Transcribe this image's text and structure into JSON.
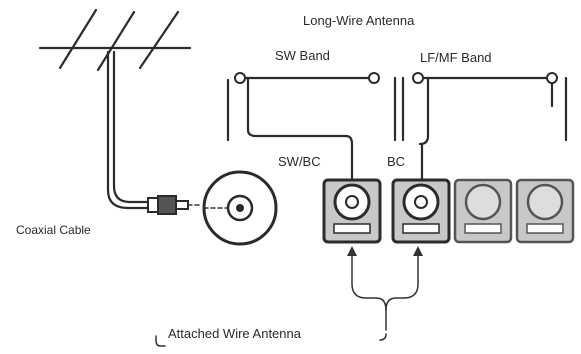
{
  "labels": {
    "long_wire_antenna": "Long-Wire Antenna",
    "sw_band": "SW Band",
    "lf_mf_band": "LF/MF Band",
    "sw_bc": "SW/BC",
    "bc": "BC",
    "coaxial_cable": "Coaxial Cable",
    "attached_wire_antenna": "Attached Wire Antenna"
  },
  "colors": {
    "line": "#2b2b2b",
    "terminal_fill": "#c8c8c8",
    "background": "#ffffff"
  }
}
